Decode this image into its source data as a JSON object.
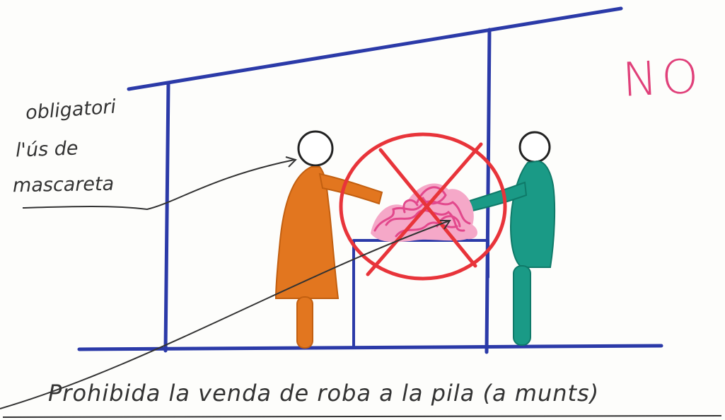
{
  "labels": {
    "no": "NO",
    "mask_note_line1": "obligatori",
    "mask_note_line2": "l'ús de",
    "mask_note_line3": "mascareta",
    "caption": "Prohibida la venda de roba a la pila (a munts)"
  },
  "colors": {
    "structure": "#2b3aa8",
    "person_left": "#e2761f",
    "person_right": "#1a9a86",
    "prohibition": "#e8343a",
    "clothes_pile": "#e2488c",
    "no_text": "#e0407a",
    "ink": "#333333"
  }
}
